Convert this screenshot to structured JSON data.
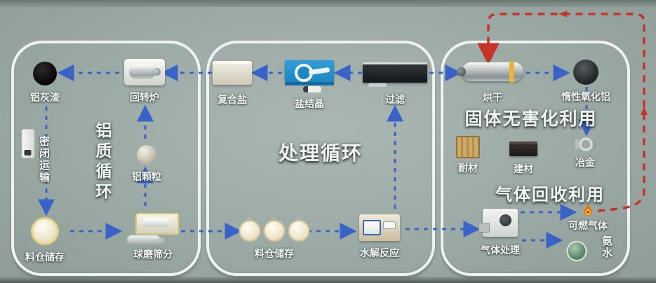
{
  "panels": {
    "aluminum_cycle": {
      "title": "铝质循环"
    },
    "treatment_cycle": {
      "title": "处理循环"
    },
    "utilization": {
      "solid_title": "固体无害化利用",
      "gas_title": "气体回收利用"
    }
  },
  "nodes": {
    "ash_residue": {
      "label": "铝灰渣"
    },
    "rotary_kiln": {
      "label": "回转炉"
    },
    "sealed_transport": {
      "label": "密闭运输"
    },
    "al_granules": {
      "label": "铝颗粒"
    },
    "silo_storage_1": {
      "label": "料仓储存"
    },
    "ball_mill": {
      "label": "球磨筛分"
    },
    "composite_salt": {
      "label": "复合盐"
    },
    "salt_crystallization": {
      "label": "盐结晶"
    },
    "filtration": {
      "label": "过滤"
    },
    "silo_storage_2": {
      "label": "料仓储存"
    },
    "hydrolysis": {
      "label": "水解反应"
    },
    "drying": {
      "label": "烘干"
    },
    "inert_alumina": {
      "label": "惰性氧化铝"
    },
    "refractory": {
      "label": "耐材"
    },
    "building_material": {
      "label": "建材"
    },
    "metallurgy": {
      "label": "冶金"
    },
    "gas_treatment": {
      "label": "气体处理"
    },
    "combustible_gas": {
      "label": "可燃气体"
    },
    "ammonia_water": {
      "label": "氨水"
    }
  },
  "colors": {
    "background": "#9caaa6",
    "panel_border": "#eef3f2",
    "flow_blue": "#3a63c8",
    "flow_red": "#c5342a",
    "label_text": "#f4f6f5",
    "crystallizer_blue": "#1d86c4"
  }
}
